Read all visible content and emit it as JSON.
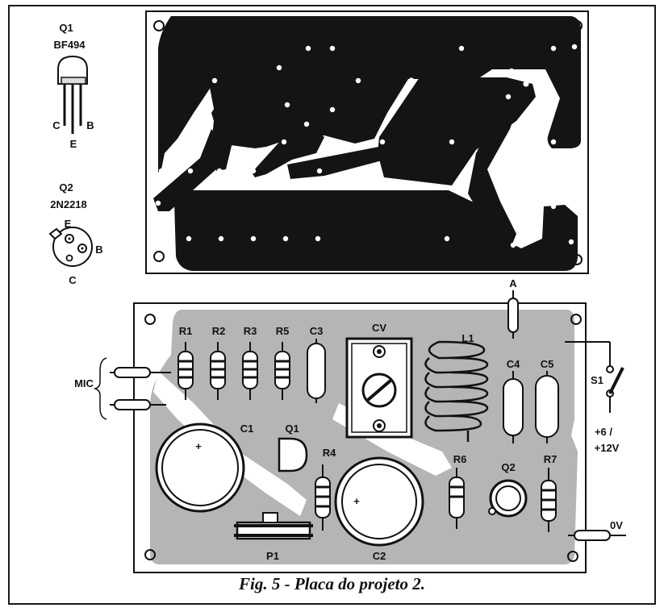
{
  "caption": "Fig. 5 - Placa do projeto 2.",
  "transistors": {
    "q1": {
      "ref": "Q1",
      "part": "BF494",
      "pins": {
        "c": "C",
        "b": "B",
        "e": "E"
      }
    },
    "q2": {
      "ref": "Q2",
      "part": "2N2218",
      "pins": {
        "e": "E",
        "b": "B",
        "c": "C"
      }
    }
  },
  "board_labels": {
    "r1": "R1",
    "r2": "R2",
    "r3": "R3",
    "r5": "R5",
    "c3": "C3",
    "cv": "CV",
    "l1": "L1",
    "c4": "C4",
    "c5": "C5",
    "a": "A",
    "s1": "S1",
    "c1": "C1",
    "q1": "Q1",
    "r4": "R4",
    "r6": "R6",
    "q2": "Q2",
    "r7": "R7",
    "p1": "P1",
    "c2": "C2",
    "mic": "MIC",
    "supply_line1": "+6 /",
    "supply_line2": "+12V",
    "zero_v": "0V",
    "plus": "+"
  },
  "colors": {
    "copper": "#141414",
    "board_gray": "#b5b5b5",
    "ink": "#111111",
    "paper": "#ffffff"
  }
}
